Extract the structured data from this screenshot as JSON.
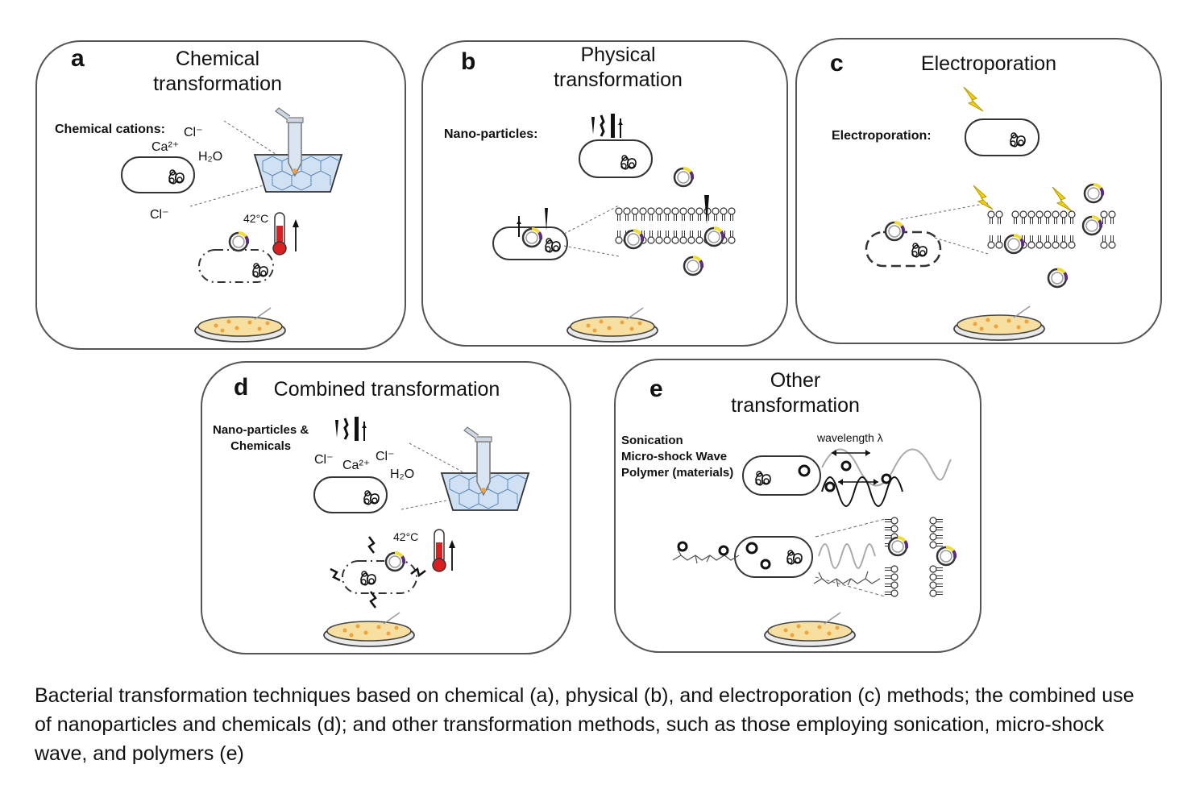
{
  "panels": {
    "a": {
      "letter": "a",
      "title": "Chemical\ntransformation",
      "label": "Chemical cations:",
      "ion_cl1": "Cl⁻",
      "ion_ca": "Ca²⁺",
      "ion_h2o_out": "H₂O",
      "cell_h2o": "H₂O",
      "ion_cl2": "Cl⁻",
      "temp": "42°C"
    },
    "b": {
      "letter": "b",
      "title": "Physical\ntransformation",
      "label": "Nano-particles:"
    },
    "c": {
      "letter": "c",
      "title": "Electroporation",
      "label": "Electroporation:"
    },
    "d": {
      "letter": "d",
      "title": "Combined transformation",
      "label": "Nano-particles &\nChemicals",
      "ion_cl1": "Cl⁻",
      "ion_ca": "Ca²⁺",
      "ion_cl2": "Cl⁻",
      "ion_h2o_out": "H₂O",
      "cell_h2o": "H₂O",
      "temp": "42°C"
    },
    "e": {
      "letter": "e",
      "title": "Other\ntransformation",
      "label": "Sonication\nMicro-shock Wave\nPolymer (materials)",
      "wavelength": "wavelength λ"
    }
  },
  "caption": "Bacterial transformation techniques based on chemical (a), physical (b), and electroporation (c) methods; the combined use of nanoparticles and chemicals (d); and other transformation methods, such as those employing sonication, micro-shock wave, and polymers (e)",
  "colors": {
    "plate_agar": "#f6dfa0",
    "colony": "#f0a23c",
    "thermometer_red": "#d82020",
    "ice_blue": "#cfe1f3",
    "lightning": "#f5d000",
    "plasmid_purple": "#5a2d82",
    "plasmid_yellow": "#f0dc30"
  }
}
